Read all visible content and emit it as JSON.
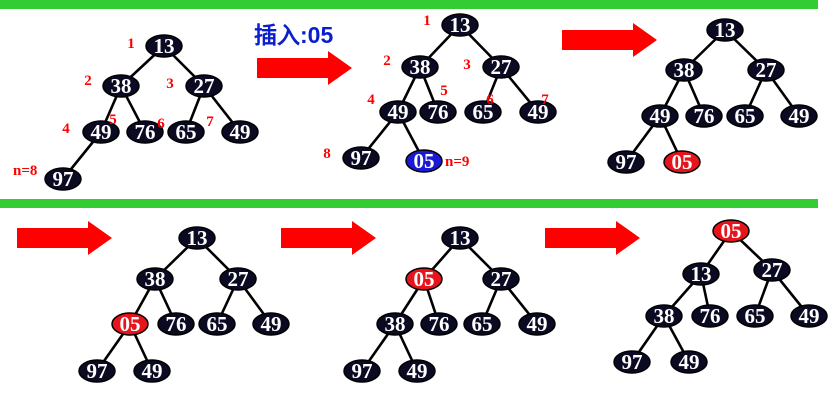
{
  "title": "插入:05",
  "colors": {
    "divider": "#33cc33",
    "node": "#0a0a22",
    "node_red": "#e8141c",
    "node_blue": "#1a1ad6",
    "arrow": "#ff0000",
    "index_text": "#ff0000",
    "title_text": "#0a1ecc"
  },
  "step1": {
    "nodes": [
      "13",
      "38",
      "27",
      "49",
      "76",
      "65",
      "49",
      "97"
    ],
    "indices": [
      "1",
      "2",
      "3",
      "4",
      "5",
      "6",
      "7"
    ],
    "size_label": "n=8"
  },
  "step2": {
    "nodes": [
      "13",
      "38",
      "27",
      "49",
      "76",
      "65",
      "49",
      "97",
      "05"
    ],
    "indices": [
      "1",
      "2",
      "3",
      "4",
      "5",
      "6",
      "7",
      "8"
    ],
    "size_label": "n=9",
    "highlight": "05"
  },
  "step3": {
    "nodes": [
      "13",
      "38",
      "27",
      "49",
      "76",
      "65",
      "49",
      "97",
      "05"
    ],
    "highlight": "05"
  },
  "step4": {
    "nodes": [
      "13",
      "38",
      "27",
      "05",
      "76",
      "65",
      "49",
      "97",
      "49"
    ],
    "highlight": "05"
  },
  "step5": {
    "nodes": [
      "13",
      "05",
      "27",
      "38",
      "76",
      "65",
      "49",
      "97",
      "49"
    ],
    "highlight": "05"
  },
  "step6": {
    "nodes": [
      "05",
      "13",
      "27",
      "38",
      "76",
      "65",
      "49",
      "97",
      "49"
    ],
    "highlight": "05"
  }
}
